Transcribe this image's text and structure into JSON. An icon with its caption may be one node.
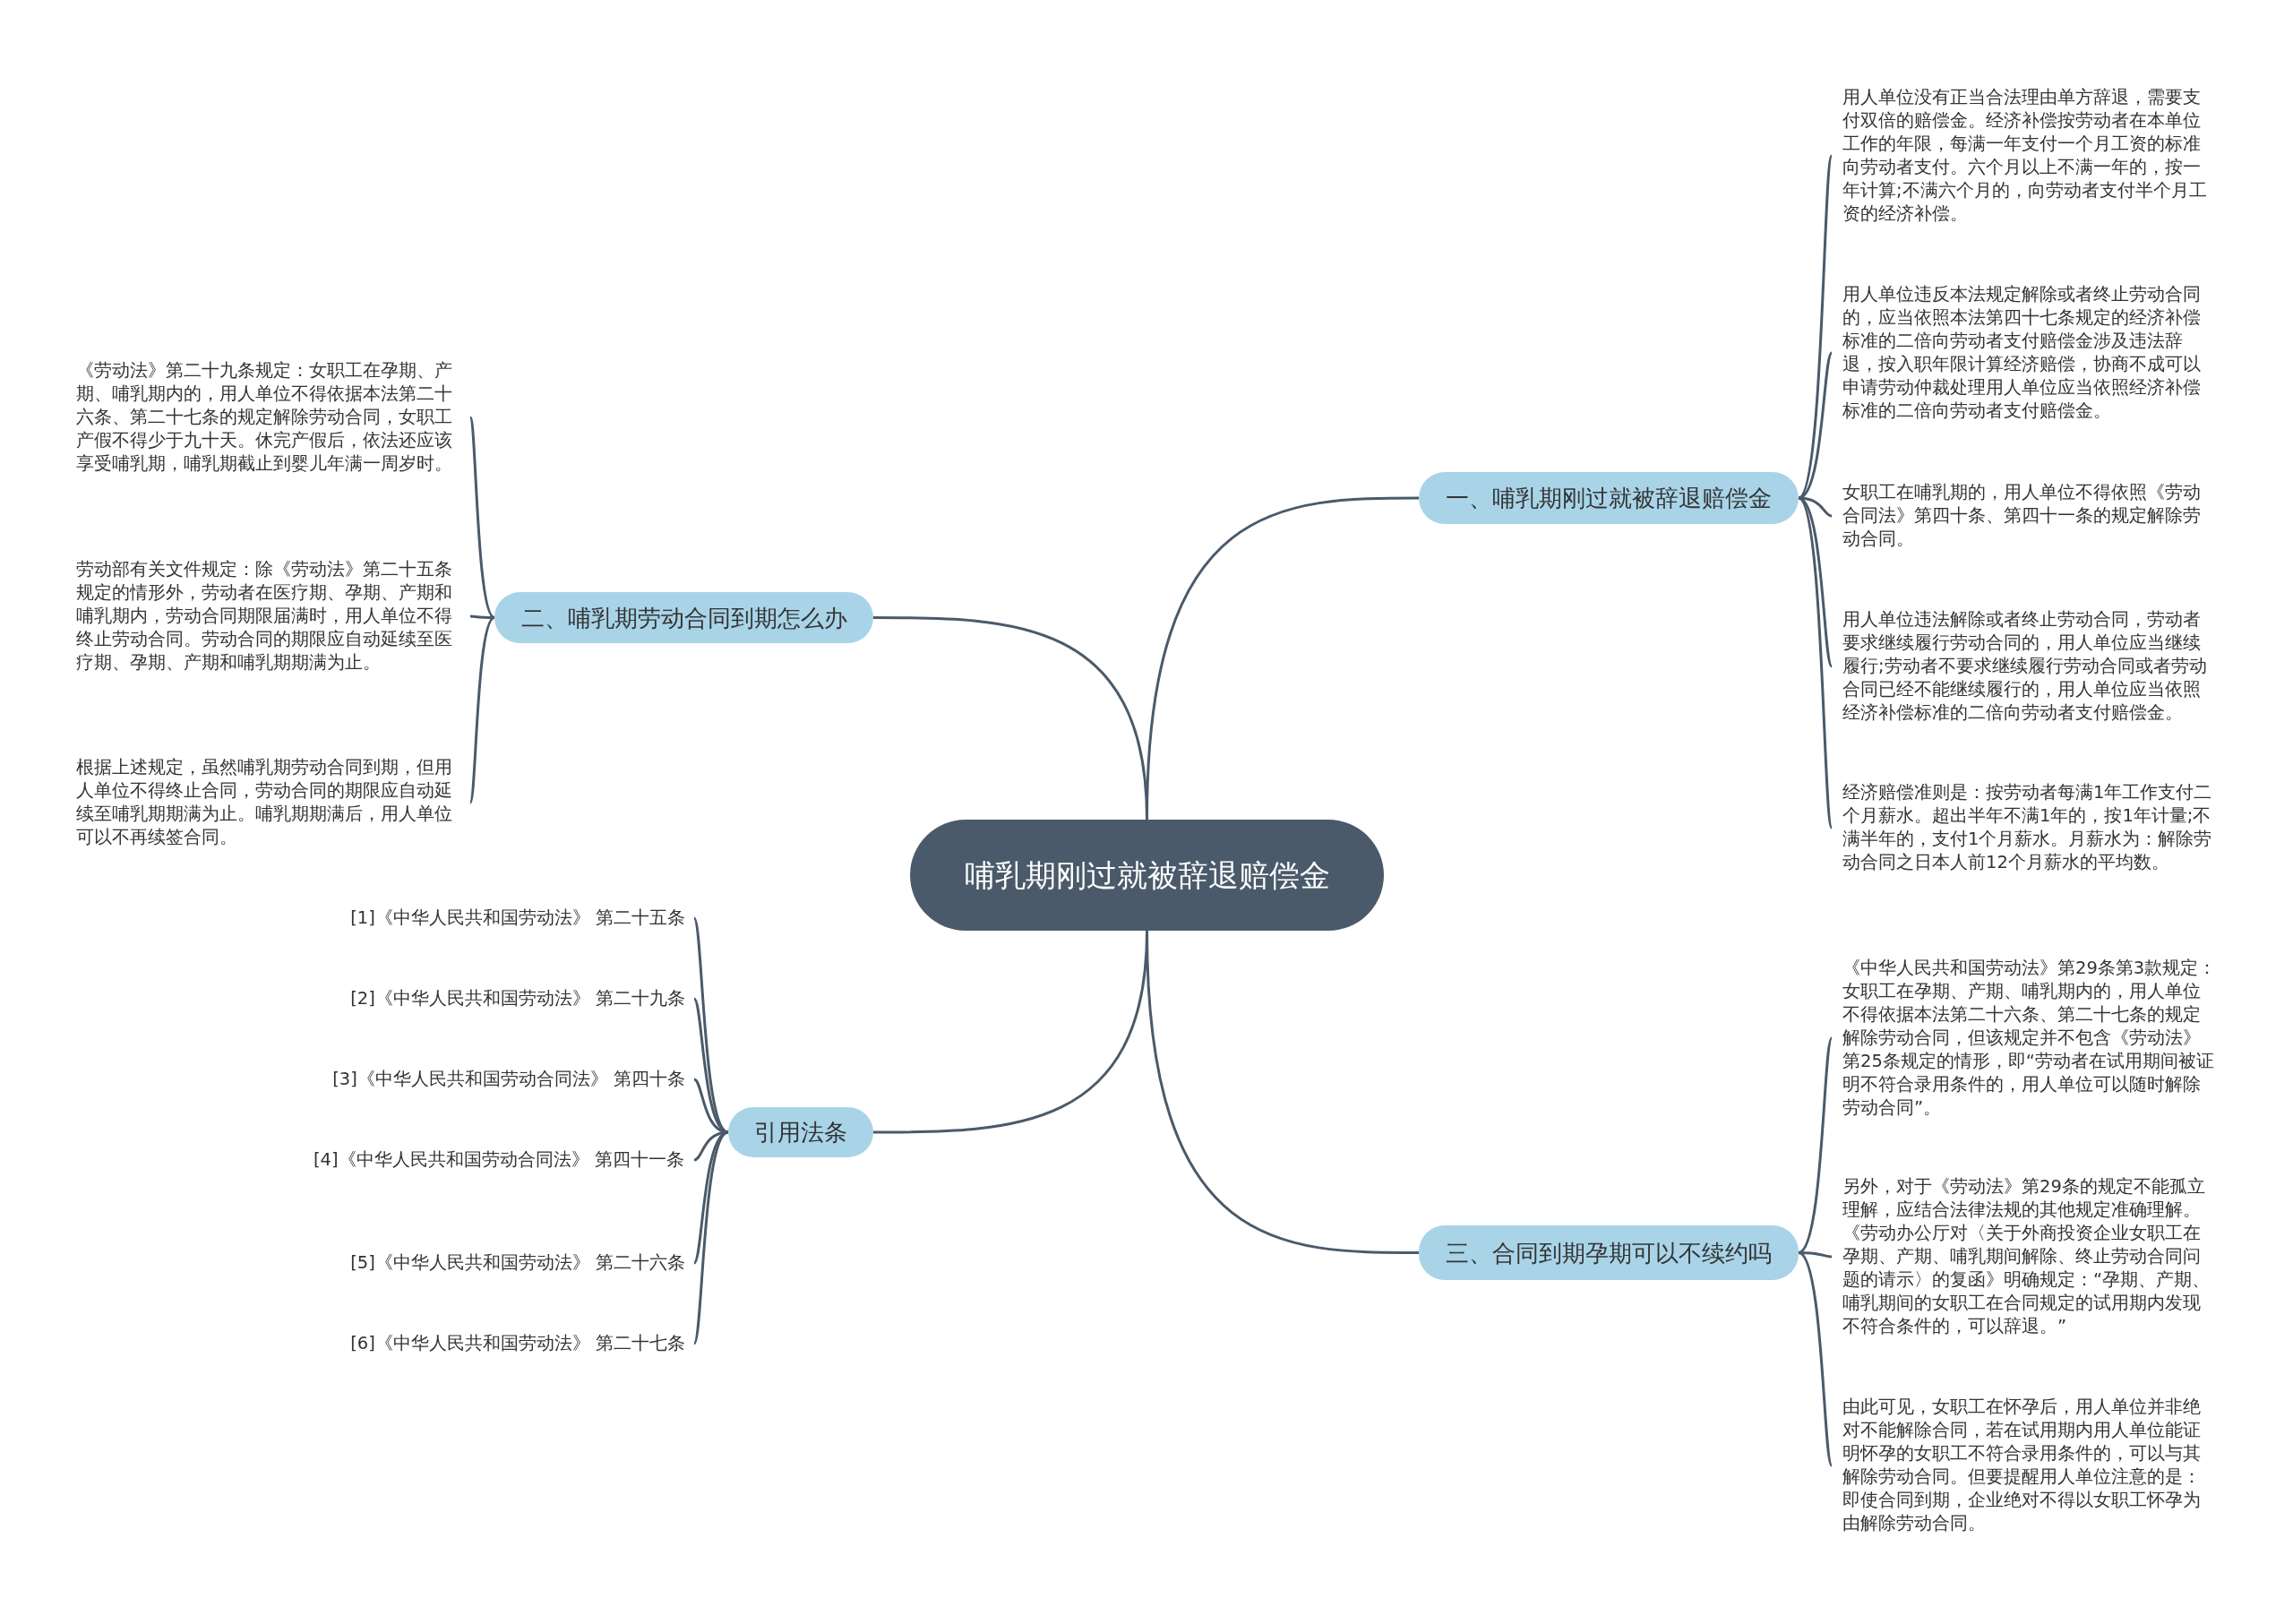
{
  "diagram": {
    "nodes": [
      {
        "text": [
          "哺乳期刚过就被辞退赔偿金"
        ]
      },
      {
        "text": [
          "一、哺乳期刚过就被辞退赔偿金"
        ]
      },
      {
        "text": [
          "用人单位没有正当合法理由单方辞退，需要支付双倍的赔偿金。经济补偿按劳动者在本单位工作的年限，每满一年支付一个月工资的标准向劳动者支付。六个月以上不满一年的，按一年计算;不满六个月的，向劳动者支付半个月工资的经济补偿。"
        ]
      },
      {
        "text": [
          "用人单位违反本法规定解除或者终止劳动合同的，应当依照本法第四十七条规定的经济补偿标准的二倍向劳动者支付赔偿金涉及违法辞退，按入职年限计算经济赔偿，协商不成可以申请劳动仲裁处理用人单位应当依照经济补偿标准的二倍向劳动者支付赔偿金。"
        ]
      },
      {
        "text": [
          "女职工在哺乳期的，用人单位不得依照《劳动合同法》第四十条、第四十一条的规定解除劳动合同。"
        ]
      },
      {
        "text": [
          "用人单位违法解除或者终止劳动合同，劳动者要求继续履行劳动合同的，用人单位应当继续履行;劳动者不要求继续履行劳动合同或者劳动合同已经不能继续履行的，用人单位应当依照经济补偿标准的二倍向劳动者支付赔偿金。"
        ]
      },
      {
        "text": [
          "经济赔偿准则是：按劳动者每满1年工作支付二个月薪水。超出半年不满1年的，按1年计量;不满半年的，支付1个月薪水。月薪水为：解除劳动合同之日本人前12个月薪水的平均数。"
        ]
      },
      {
        "text": [
          "二、哺乳期劳动合同到期怎么办"
        ]
      },
      {
        "text": [
          "《劳动法》第二十九条规定：女职工在孕期、产期、哺乳期内的，用人单位不得依据本法第二十六条、第二十七条的规定解除劳动合同，女职工产假不得少于九十天。休完产假后，依法还应该享受哺乳期，哺乳期截止到婴儿年满一周岁时。"
        ]
      },
      {
        "text": [
          "劳动部有关文件规定：除《劳动法》第二十五条规定的情形外，劳动者在医疗期、孕期、产期和哺乳期内，劳动合同期限届满时，用人单位不得终止劳动合同。劳动合同的期限应自动延续至医疗期、孕期、产期和哺乳期期满为止。"
        ]
      },
      {
        "text": [
          "根据上述规定，虽然哺乳期劳动合同到期，但用人单位不得终止合同，劳动合同的期限应自动延续至哺乳期期满为止。哺乳期期满后，用人单位可以不再续签合同。"
        ]
      },
      {
        "text": [
          "引用法条"
        ]
      },
      {
        "text": [
          "[1]《中华人民共和国劳动法》 第二十五条"
        ]
      },
      {
        "text": [
          "[2]《中华人民共和国劳动法》 第二十九条"
        ]
      },
      {
        "text": [
          "[3]《中华人民共和国劳动合同法》 第四十条"
        ]
      },
      {
        "text": [
          "[4]《中华人民共和国劳动合同法》 第四十一条"
        ]
      },
      {
        "text": [
          "[5]《中华人民共和国劳动法》 第二十六条"
        ]
      },
      {
        "text": [
          "[6]《中华人民共和国劳动法》 第二十七条"
        ]
      },
      {
        "text": [
          "三、合同到期孕期可以不续约吗"
        ]
      },
      {
        "text": [
          "《中华人民共和国劳动法》第29条第3款规定：女职工在孕期、产期、哺乳期内的，用人单位不得依据本法第二十六条、第二十七条的规定解除劳动合同，但该规定并不包含《劳动法》第25条规定的情形，即“劳动者在试用期间被证明不符合录用条件的，用人单位可以随时解除劳动合同”。"
        ]
      },
      {
        "text": [
          "另外，对于《劳动法》第29条的规定不能孤立理解，应结合法律法规的其他规定准确理解。《劳动办公厅对〈关于外商投资企业女职工在孕期、产期、哺乳期间解除、终止劳动合同问题的请示〉的复函》明确规定：“孕期、产期、哺乳期间的女职工在合同规定的试用期内发现不符合条件的，可以辞退。”"
        ]
      },
      {
        "text": [
          "由此可见，女职工在怀孕后，用人单位并非绝对不能解除合同，若在试用期内用人单位能证明怀孕的女职工不符合录用条件的，可以与其解除劳动合同。但要提醒用人单位注意的是：即使合同到期，企业绝对不得以女职工怀孕为由解除劳动合同。"
        ]
      }
    ],
    "edges": [
      {
        "from": 0,
        "to": 1,
        "arrow": "none"
      },
      {
        "from": 1,
        "to": 2,
        "arrow": "none"
      },
      {
        "from": 1,
        "to": 3,
        "arrow": "none"
      },
      {
        "from": 1,
        "to": 4,
        "arrow": "none"
      },
      {
        "from": 1,
        "to": 5,
        "arrow": "none"
      },
      {
        "from": 1,
        "to": 6,
        "arrow": "none"
      },
      {
        "from": 0,
        "to": 7,
        "arrow": "none"
      },
      {
        "from": 7,
        "to": 8,
        "arrow": "none"
      },
      {
        "from": 7,
        "to": 9,
        "arrow": "none"
      },
      {
        "from": 7,
        "to": 10,
        "arrow": "none"
      },
      {
        "from": 0,
        "to": 11,
        "arrow": "none"
      },
      {
        "from": 11,
        "to": 12,
        "arrow": "none"
      },
      {
        "from": 11,
        "to": 13,
        "arrow": "none"
      },
      {
        "from": 11,
        "to": 14,
        "arrow": "none"
      },
      {
        "from": 11,
        "to": 15,
        "arrow": "none"
      },
      {
        "from": 11,
        "to": 16,
        "arrow": "none"
      },
      {
        "from": 11,
        "to": 17,
        "arrow": "none"
      },
      {
        "from": 0,
        "to": 18,
        "arrow": "none"
      },
      {
        "from": 18,
        "to": 19,
        "arrow": "none"
      },
      {
        "from": 18,
        "to": 20,
        "arrow": "none"
      },
      {
        "from": 18,
        "to": 21,
        "arrow": "none"
      }
    ]
  }
}
